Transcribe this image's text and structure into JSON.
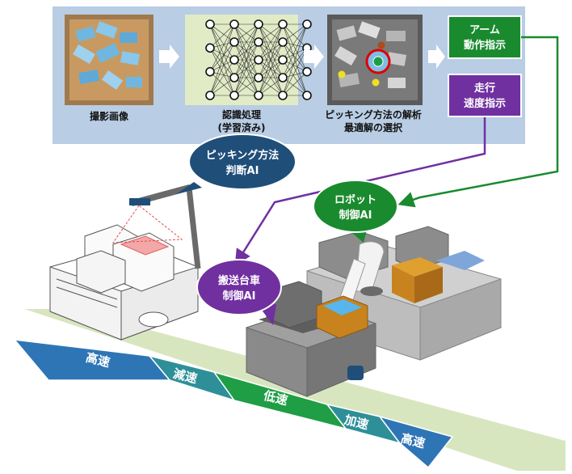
{
  "pipeline": {
    "step1_caption": "撮影画像",
    "step2_caption_line1": "認識処理",
    "step2_caption_line2": "(学習済み)",
    "step3_caption_line1": "ピッキング方法の解析",
    "step3_caption_line2": "最適解の選択"
  },
  "commands": {
    "arm_line1": "アーム",
    "arm_line2": "動作指示",
    "travel_line1": "走行",
    "travel_line2": "速度指示"
  },
  "bubbles": {
    "picking_line1": "ピッキング方法",
    "picking_line2": "判断AI",
    "robot_line1": "ロボット",
    "robot_line2": "制御AI",
    "cart_line1": "搬送台車",
    "cart_line2": "制御AI"
  },
  "speed_zones": [
    "高速",
    "減速",
    "低速",
    "加速",
    "高速"
  ],
  "colors": {
    "panel": "#b9cde4",
    "arm_green": "#1a8a2e",
    "travel_purple": "#7030a0",
    "bubble_blue": "#1f4e79",
    "track_light": "#d8e6c0",
    "zone_blue": "#2e75b6",
    "zone_teal": "#2e8f98",
    "zone_green": "#1f9e45"
  }
}
